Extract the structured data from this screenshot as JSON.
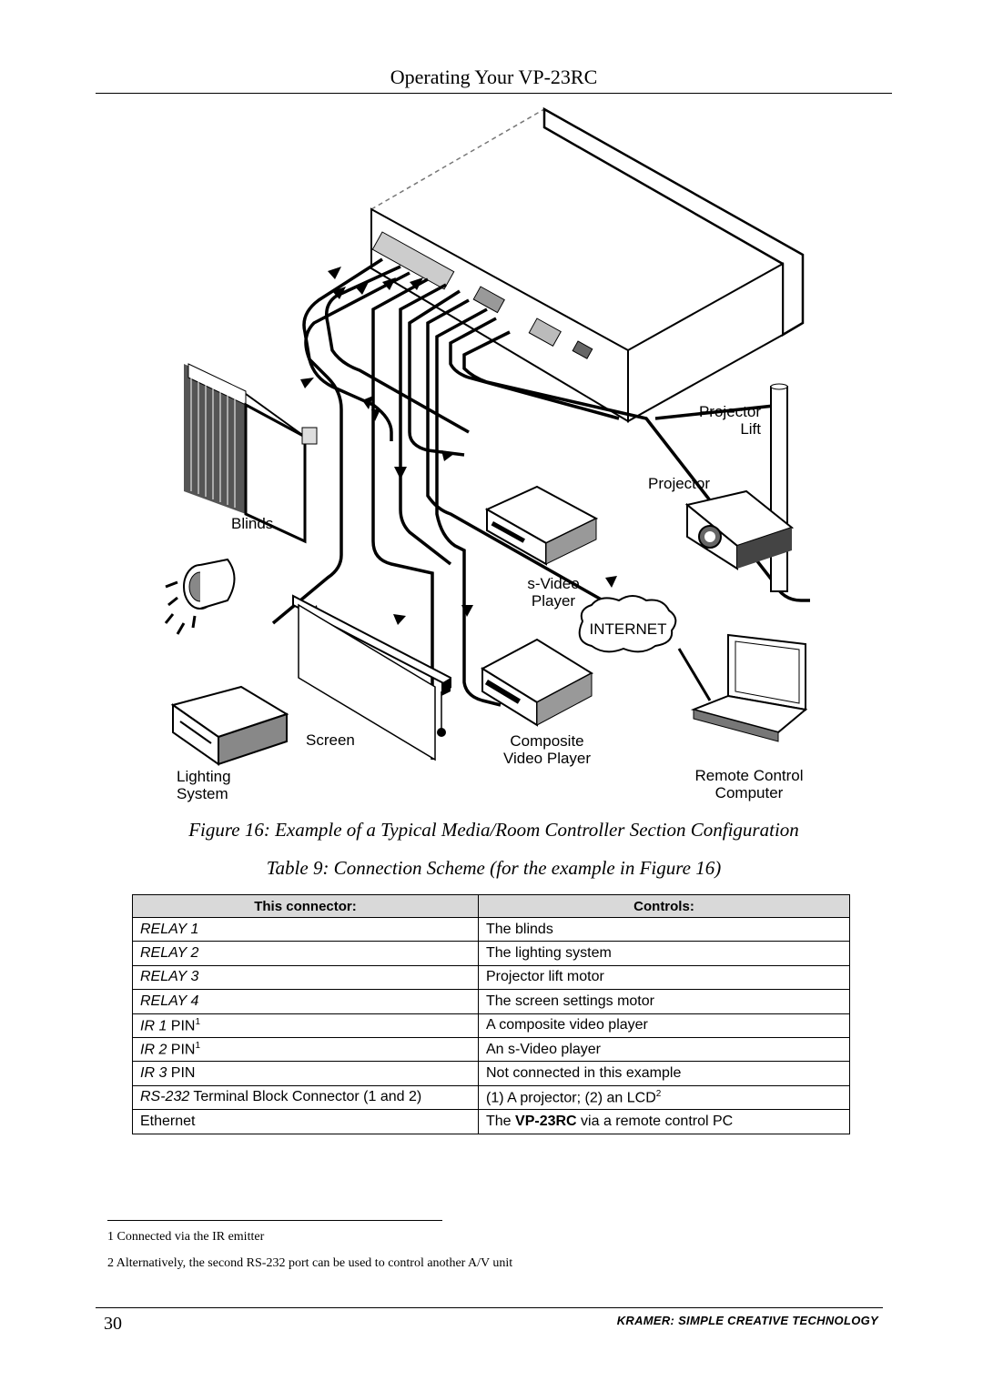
{
  "header": {
    "title": "Operating Your VP-23RC"
  },
  "figure": {
    "labels": {
      "projector_lift_1": "Projector",
      "projector_lift_2": "Lift",
      "projector": "Projector",
      "blinds": "Blinds",
      "svideo_1": "s-Video",
      "svideo_2": "Player",
      "internet": "INTERNET",
      "screen": "Screen",
      "composite_1": "Composite",
      "composite_2": "Video Player",
      "lighting_1": "Lighting",
      "lighting_2": "System",
      "remote_1": "Remote Control",
      "remote_2": "Computer"
    },
    "caption": "Figure 16: Example of a Typical Media/Room Controller Section Configuration"
  },
  "table": {
    "caption": "Table 9: Connection Scheme (for the example in Figure 16)",
    "headers": [
      "This connector:",
      "Controls:"
    ],
    "rows": [
      {
        "connector_italic": "RELAY 1",
        "connector_rest": "",
        "sup": "",
        "controls": "The blinds"
      },
      {
        "connector_italic": "RELAY 2",
        "connector_rest": "",
        "sup": "",
        "controls": "The lighting system"
      },
      {
        "connector_italic": "RELAY 3",
        "connector_rest": "",
        "sup": "",
        "controls": "Projector lift motor"
      },
      {
        "connector_italic": "RELAY 4",
        "connector_rest": "",
        "sup": "",
        "controls": "The screen settings motor"
      },
      {
        "connector_italic": "IR 1",
        "connector_rest": " PIN",
        "sup": "1",
        "controls": "A composite video player"
      },
      {
        "connector_italic": "IR 2",
        "connector_rest": " PIN",
        "sup": "1",
        "controls": "An s-Video player"
      },
      {
        "connector_italic": "IR 3",
        "connector_rest": " PIN",
        "sup": "",
        "controls": "Not connected in this example"
      },
      {
        "connector_italic": "RS-232",
        "connector_rest": " Terminal Block Connector (1 and 2)",
        "sup": "",
        "controls": "(1) A projector; (2) an LCD",
        "controls_sup": "2"
      },
      {
        "connector_italic": "",
        "connector_rest": "Ethernet",
        "sup": "",
        "controls_pre": "The ",
        "controls_bold": "VP-23RC",
        "controls_post": " via a remote control PC"
      }
    ]
  },
  "footnotes": [
    "1 Connected via the IR emitter",
    "2 Alternatively, the second RS-232 port can be used to control another A/V unit"
  ],
  "footer": {
    "page_number": "30",
    "brand": "KRAMER:  SIMPLE CREATIVE TECHNOLOGY"
  }
}
